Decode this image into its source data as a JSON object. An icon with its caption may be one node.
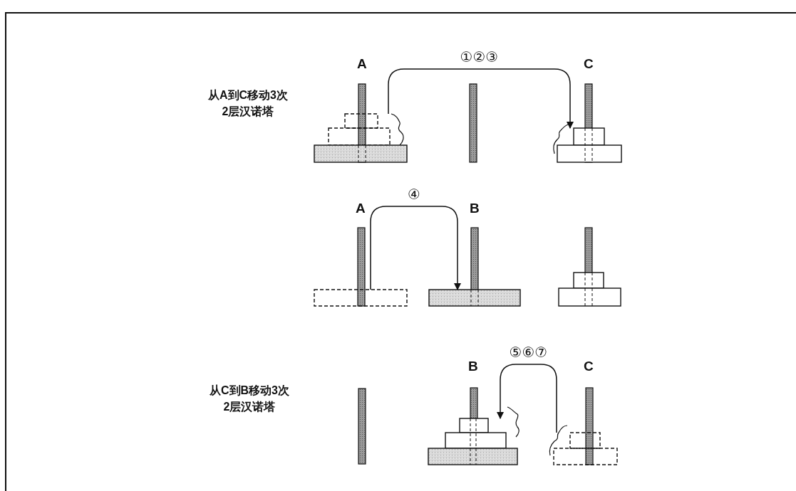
{
  "diagram": {
    "nodes": [
      {
        "text": [],
        "shape": "box"
      },
      {
        "text": [],
        "shape": "box"
      },
      {
        "text": [],
        "shape": "box"
      },
      {
        "text": [],
        "shape": "box"
      },
      {
        "text": [],
        "shape": "box"
      },
      {
        "text": [],
        "shape": "box"
      },
      {
        "text": [],
        "shape": "box"
      },
      {
        "text": [],
        "shape": "box"
      },
      {
        "text": [],
        "shape": "box"
      },
      {
        "text": [],
        "shape": "box"
      }
    ],
    "edges": [
      {
        "from": 0,
        "to": 2,
        "arrow": "to",
        "label": "①②③"
      },
      {
        "from": 3,
        "to": 4,
        "arrow": "to",
        "label": "④"
      },
      {
        "from": 9,
        "to": 7,
        "arrow": "to",
        "label": "⑤⑥⑦"
      }
    ],
    "labels": [
      "A",
      "C",
      "从A到C移动3次",
      "2层汉诺塔",
      "A",
      "B",
      "B",
      "C",
      "从C到B移动3次",
      "2层汉诺塔"
    ]
  }
}
